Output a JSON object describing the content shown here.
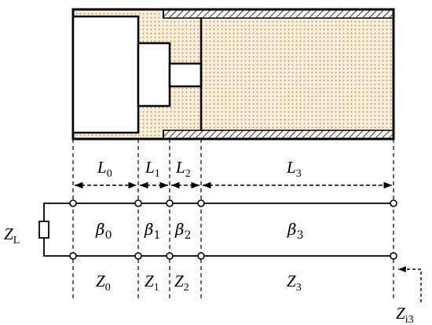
{
  "colors": {
    "line": "#000000",
    "dielectric_fill": "#f7eedb",
    "dielectric_dots": "#c8833a",
    "background": "#ffffff"
  },
  "labels": {
    "lengths": [
      {
        "main": "L",
        "sub": "0"
      },
      {
        "main": "L",
        "sub": "1"
      },
      {
        "main": "L",
        "sub": "2"
      },
      {
        "main": "L",
        "sub": "3"
      }
    ],
    "betas": [
      {
        "main": "β",
        "sub": "0"
      },
      {
        "main": "β",
        "sub": "1"
      },
      {
        "main": "β",
        "sub": "2"
      },
      {
        "main": "β",
        "sub": "3"
      }
    ],
    "impedances": [
      {
        "main": "Z",
        "sub": "0"
      },
      {
        "main": "Z",
        "sub": "1"
      },
      {
        "main": "Z",
        "sub": "2"
      },
      {
        "main": "Z",
        "sub": "3"
      }
    ],
    "load": {
      "main": "Z",
      "sub": "L"
    },
    "input": {
      "main": "Z",
      "sub": "i3"
    }
  }
}
